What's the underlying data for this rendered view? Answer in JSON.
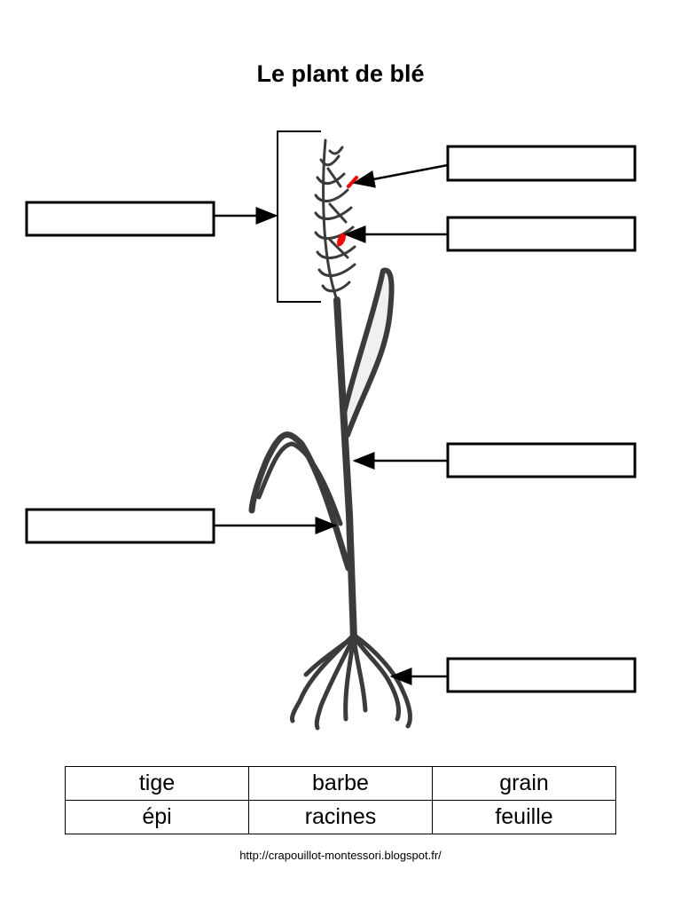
{
  "title": "Le plant de blé",
  "word_bank": {
    "rows": [
      [
        "tige",
        "barbe",
        "grain"
      ],
      [
        "épi",
        "racines",
        "feuille"
      ]
    ]
  },
  "source_url": "http://crapouillot-montessori.blogspot.fr/",
  "colors": {
    "plant": "#3b3b3b",
    "highlight": "#ff0000",
    "line": "#000000",
    "background": "#ffffff"
  },
  "label_boxes": {
    "count": 6,
    "text": [
      "",
      "",
      "",
      "",
      "",
      ""
    ]
  }
}
